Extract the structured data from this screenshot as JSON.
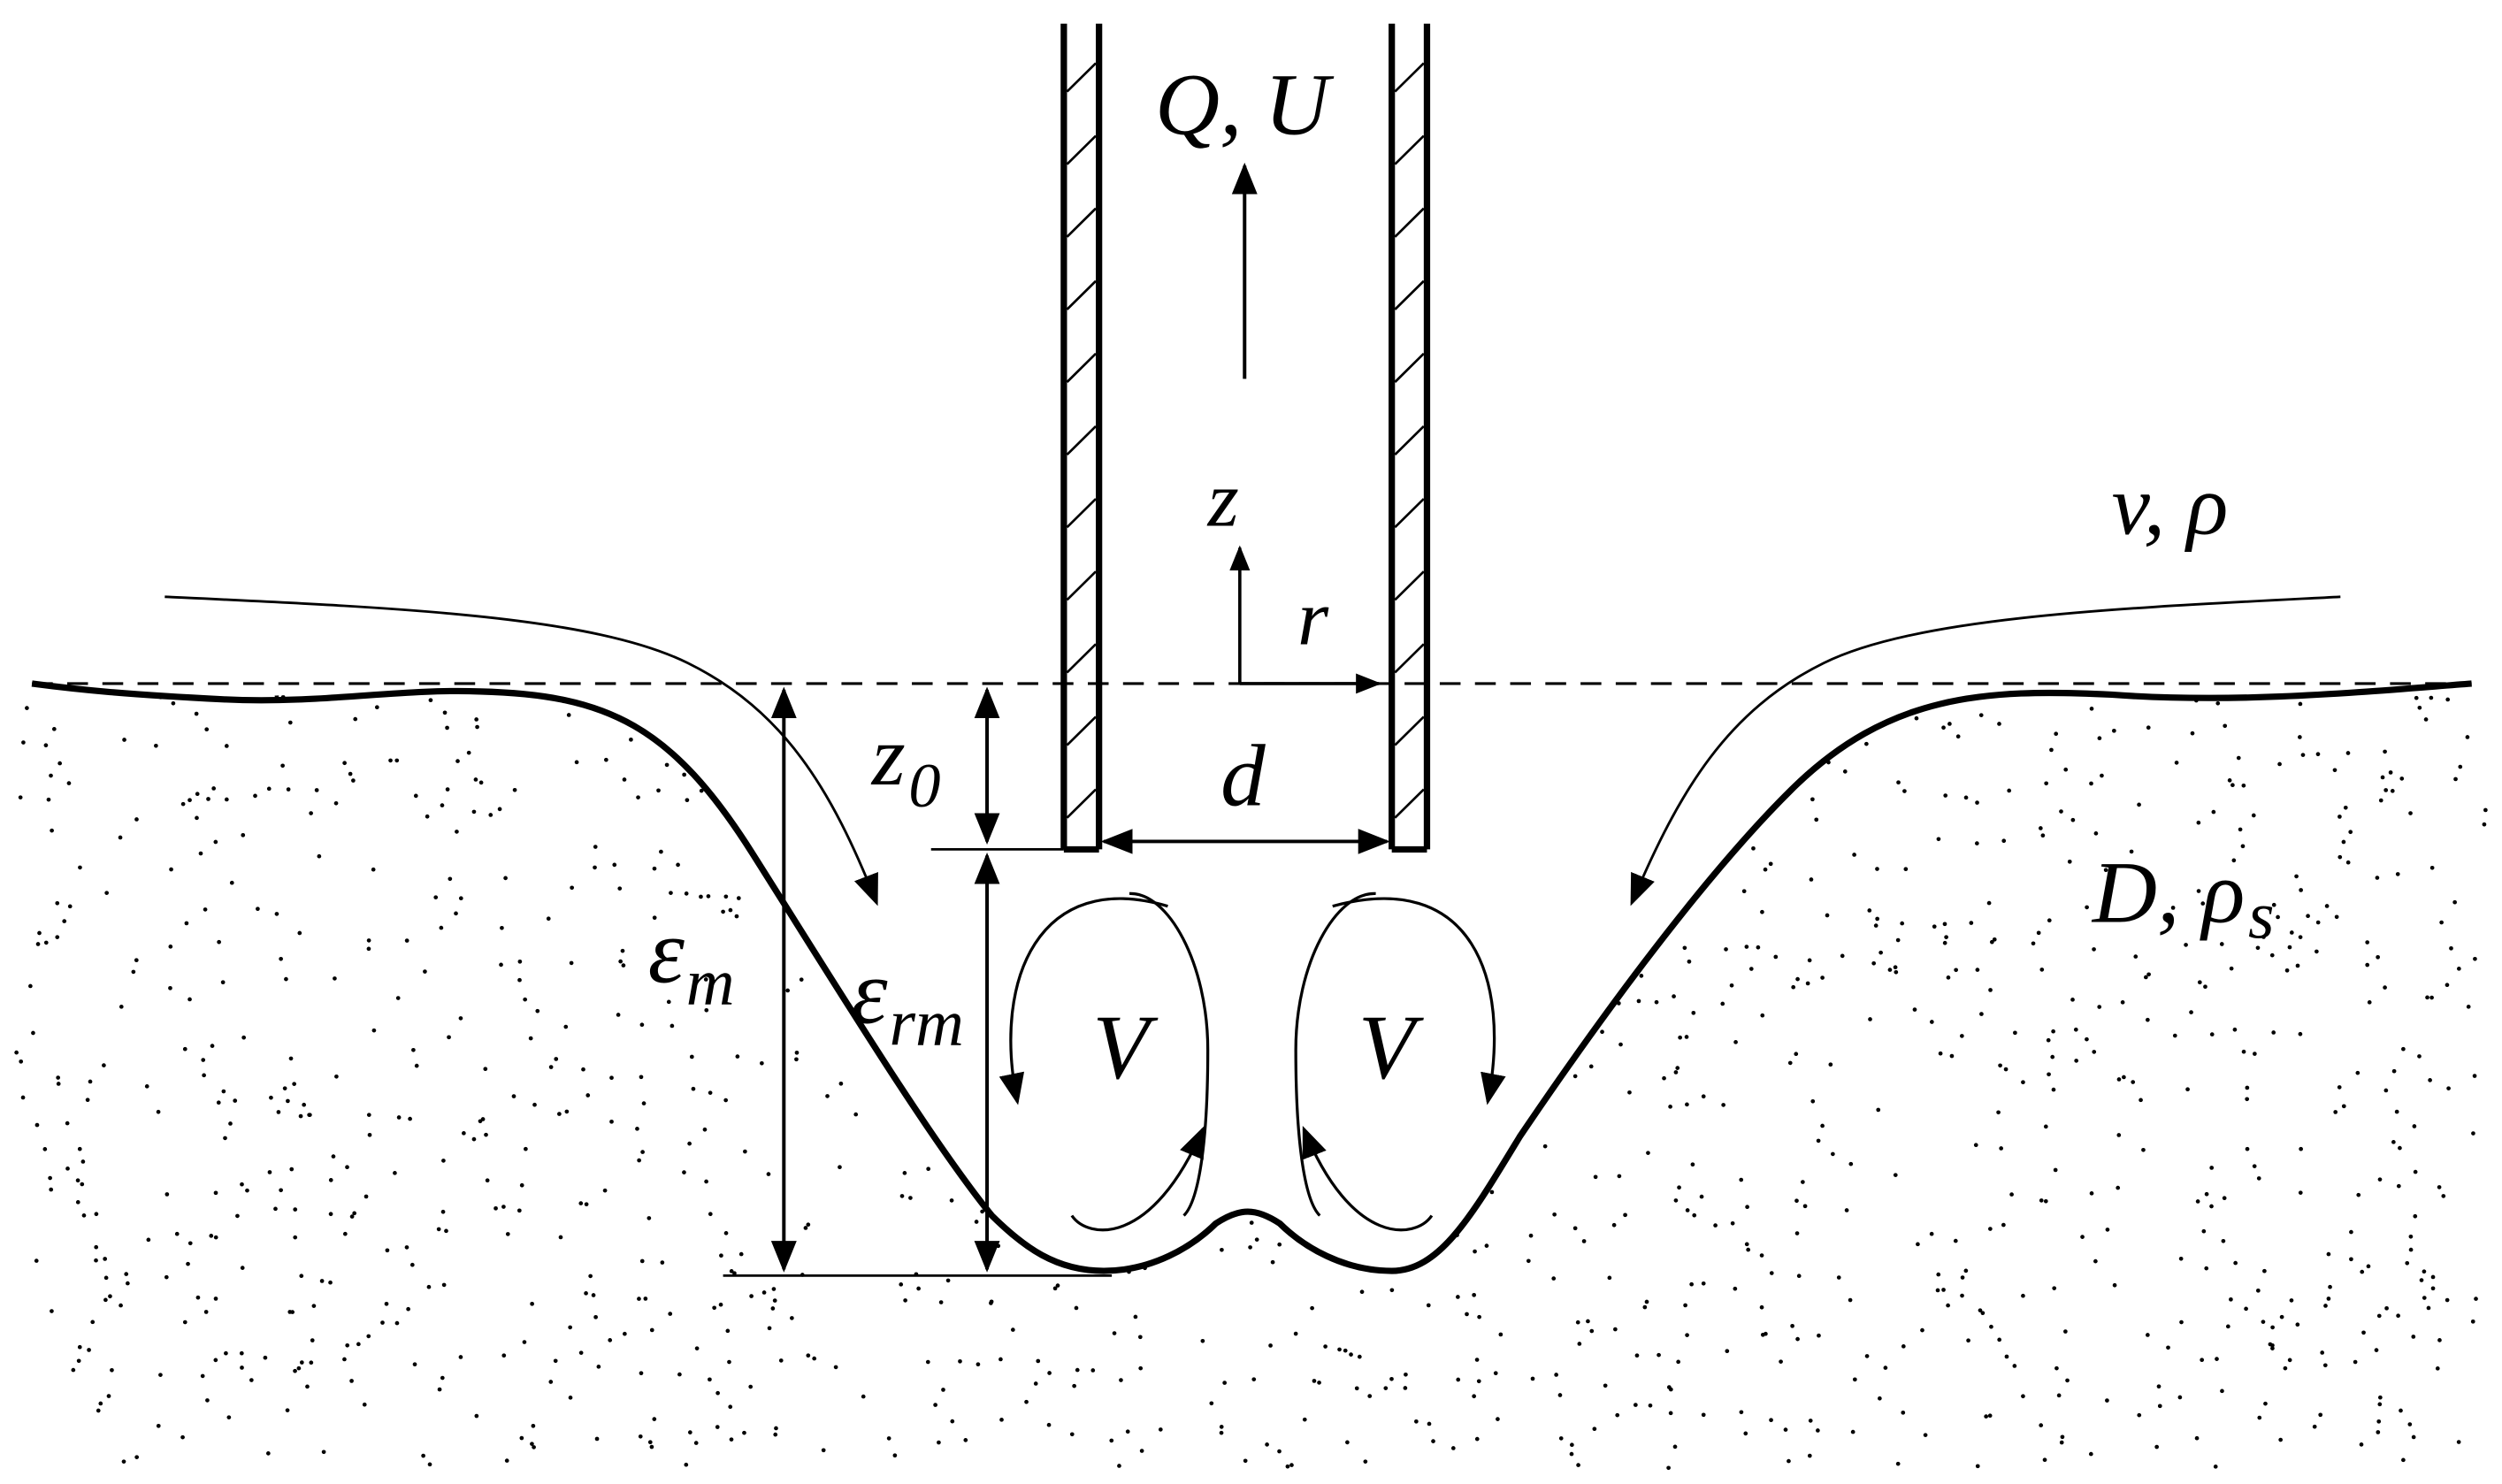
{
  "labels": {
    "flow": "Q, U",
    "z_axis": "z",
    "r_axis": "r",
    "fluid": "v, ρ",
    "z0_main": "z",
    "z0_sub": "0",
    "diameter": "d",
    "sediment_main": "D, ρ",
    "sediment_sub": "s",
    "eps_m_main": "ε",
    "eps_m_sub": "m",
    "eps_rm_main": "ε",
    "eps_rm_sub": "rm",
    "vortex_left": "V",
    "vortex_right": "V"
  },
  "colors": {
    "ink": "#000000",
    "background": "#ffffff"
  }
}
